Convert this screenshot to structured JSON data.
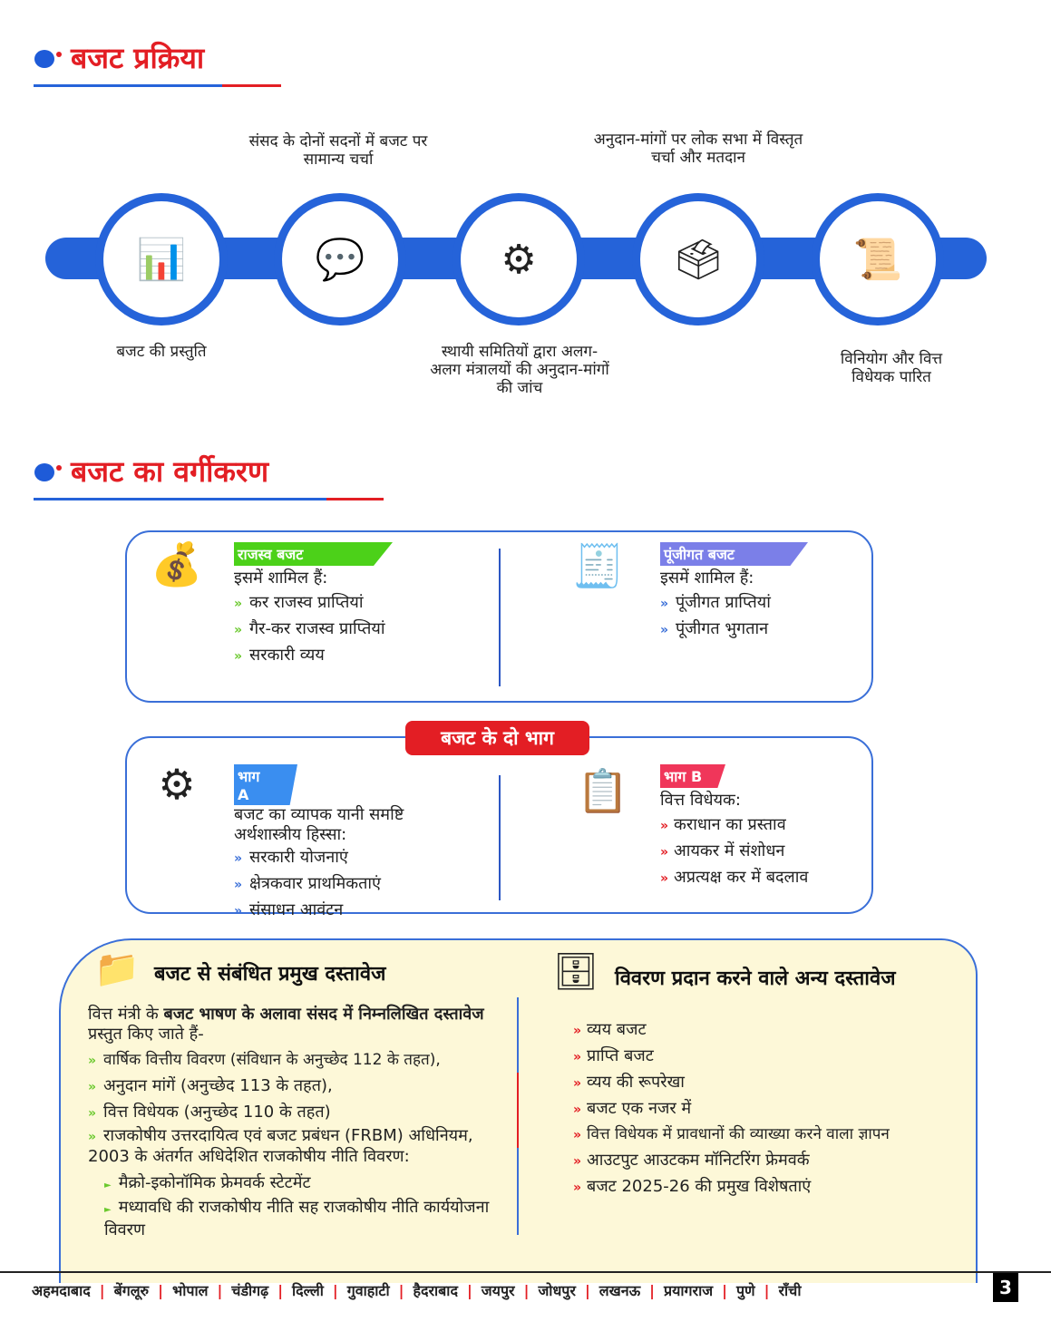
{
  "section1": {
    "title": "बजट प्रक्रिया",
    "steps": [
      {
        "label": "बजट की प्रस्तुति",
        "icon": "presentation-icon"
      },
      {
        "label": "संसद के दोनों सदनों में बजट पर सामान्य चर्चा",
        "icon": "discussion-icon"
      },
      {
        "label": "स्थायी समितियों द्वारा अलग-अलग मंत्रालयों की अनुदान-मांगों की जांच",
        "icon": "committee-icon"
      },
      {
        "label": "अनुदान-मांगों पर लोक सभा में विस्तृत चर्चा और मतदान",
        "icon": "vote-box-icon"
      },
      {
        "label": "विनियोग और वित्त विधेयक पारित",
        "icon": "bill-gavel-icon"
      }
    ]
  },
  "section2": {
    "title": "बजट का वर्गीकरण",
    "revenue": {
      "tag": "राजस्व बजट",
      "intro": "इसमें शामिल हैं:",
      "items": [
        "कर राजस्व प्राप्तियां",
        "गैर-कर राजस्व प्राप्तियां",
        "सरकारी व्यय"
      ],
      "color": "#4cd119"
    },
    "capital": {
      "tag": "पूंजीगत बजट",
      "intro": "इसमें शामिल हैं:",
      "items": [
        "पूंजीगत प्राप्तियां",
        "पूंजीगत भुगतान"
      ],
      "color": "#7b7fe8"
    },
    "parts_title": "बजट के दो भाग",
    "partA": {
      "tag": "भाग A",
      "intro": "बजट का व्यापक यानी समष्टि अर्थशास्त्रीय हिस्सा:",
      "items": [
        "सरकारी योजनाएं",
        "क्षेत्रकवार प्राथमिकताएं",
        "संसाधन आवंटन"
      ],
      "color": "#3a8ef0"
    },
    "partB": {
      "tag": "भाग B",
      "intro": "वित्त विधेयक:",
      "items": [
        "कराधान का प्रस्ताव",
        "आयकर में संशोधन",
        "अप्रत्यक्ष कर में बदलाव"
      ],
      "color": "#f0365a"
    }
  },
  "documents": {
    "left": {
      "title": "बजट से संबंधित प्रमुख दस्तावेज",
      "intro_a": "वित्त मंत्री के ",
      "intro_b": "बजट भाषण के अलावा संसद में निम्नलिखित दस्तावेज",
      "intro_c": " प्रस्तुत किए जाते हैं-",
      "items": [
        "वार्षिक वित्तीय विवरण (संविधान के अनुच्छेद 112 के तहत),",
        "अनुदान मांगें (अनुच्छेद 113 के तहत),",
        "वित्त विधेयक (अनुच्छेद 110 के तहत)",
        "राजकोषीय उत्तरदायित्व एवं बजट प्रबंधन (FRBM) अधिनियम, 2003 के अंतर्गत अधिदेशित राजकोषीय नीति विवरण:"
      ],
      "subitems": [
        "मैक्रो-इकोनॉमिक फ्रेमवर्क स्टेटमेंट",
        "मध्यावधि की राजकोषीय नीति सह राजकोषीय नीति कार्ययोजना विवरण"
      ]
    },
    "right": {
      "title": "विवरण प्रदान करने वाले अन्य दस्तावेज",
      "items": [
        "व्यय बजट",
        "प्राप्ति बजट",
        "व्यय की रूपरेखा",
        "बजट एक नजर में",
        "वित्त विधेयक में प्रावधानों की व्याख्या करने वाला ज्ञापन",
        "आउटपुट आउटकम मॉनिटरिंग फ्रेमवर्क",
        "बजट 2025-26 की प्रमुख विशेषताएं"
      ]
    }
  },
  "footer": {
    "cities": [
      "अहमदाबाद",
      "बेंगलूरु",
      "भोपाल",
      "चंडीगढ़",
      "दिल्ली",
      "गुवाहाटी",
      "हैदराबाद",
      "जयपुर",
      "जोधपुर",
      "लखनऊ",
      "प्रयागराज",
      "पुणे",
      "राँची"
    ],
    "page": "3"
  }
}
